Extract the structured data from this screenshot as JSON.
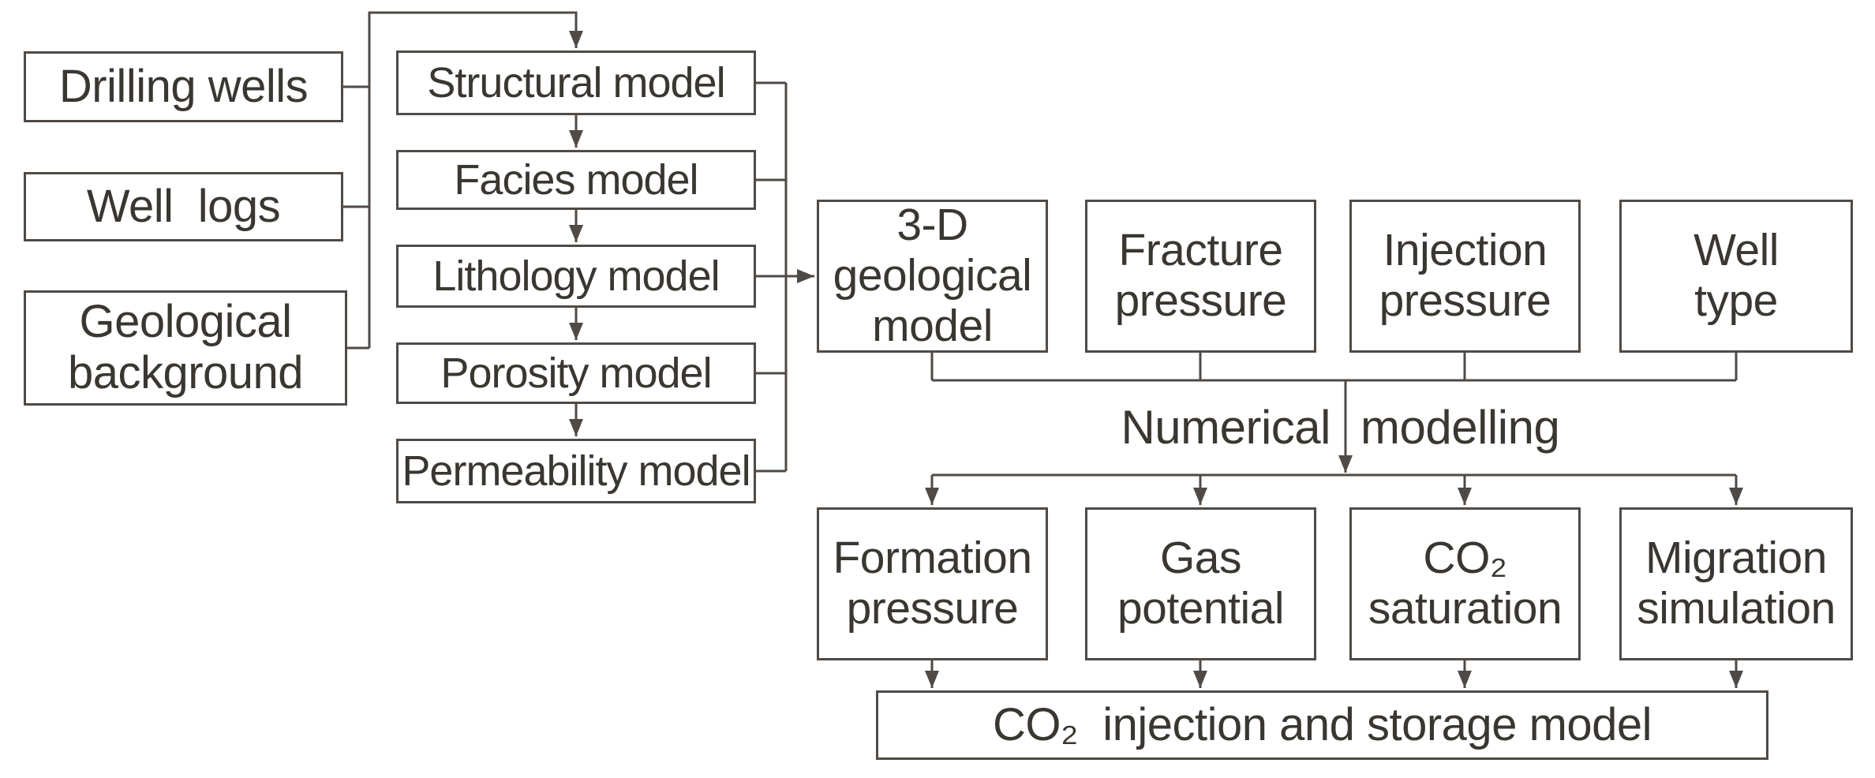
{
  "colors": {
    "background": "#ffffff",
    "line": "#4f4a46",
    "text": "#3a3631"
  },
  "diagram": {
    "inputs": {
      "drilling_wells": {
        "label": "Drilling wells"
      },
      "well_logs": {
        "label": "Well  logs"
      },
      "geological_background": {
        "label": "Geological\nbackground"
      }
    },
    "models": {
      "structural": {
        "label": "Structural model"
      },
      "facies": {
        "label": "Facies model"
      },
      "lithology": {
        "label": "Lithology model"
      },
      "porosity": {
        "label": "Porosity model"
      },
      "permeability": {
        "label": "Permeability model"
      }
    },
    "simulation_inputs": {
      "geo3d": {
        "label": "3-D\ngeological\nmodel"
      },
      "fracture_pressure": {
        "label": "Fracture\npressure"
      },
      "injection_pressure": {
        "label": "Injection\npressure"
      },
      "well_type": {
        "label": "Well\ntype"
      }
    },
    "process": {
      "word1": "Numerical",
      "word2": "modelling"
    },
    "outputs": {
      "formation_pressure": {
        "label": "Formation\npressure"
      },
      "gas_potential": {
        "label": "Gas\npotential"
      },
      "co2_saturation": {
        "label": "CO₂\nsaturation"
      },
      "migration_simulation": {
        "label": "Migration\nsimulation"
      }
    },
    "result": {
      "label": "CO₂  injection and storage model"
    }
  }
}
